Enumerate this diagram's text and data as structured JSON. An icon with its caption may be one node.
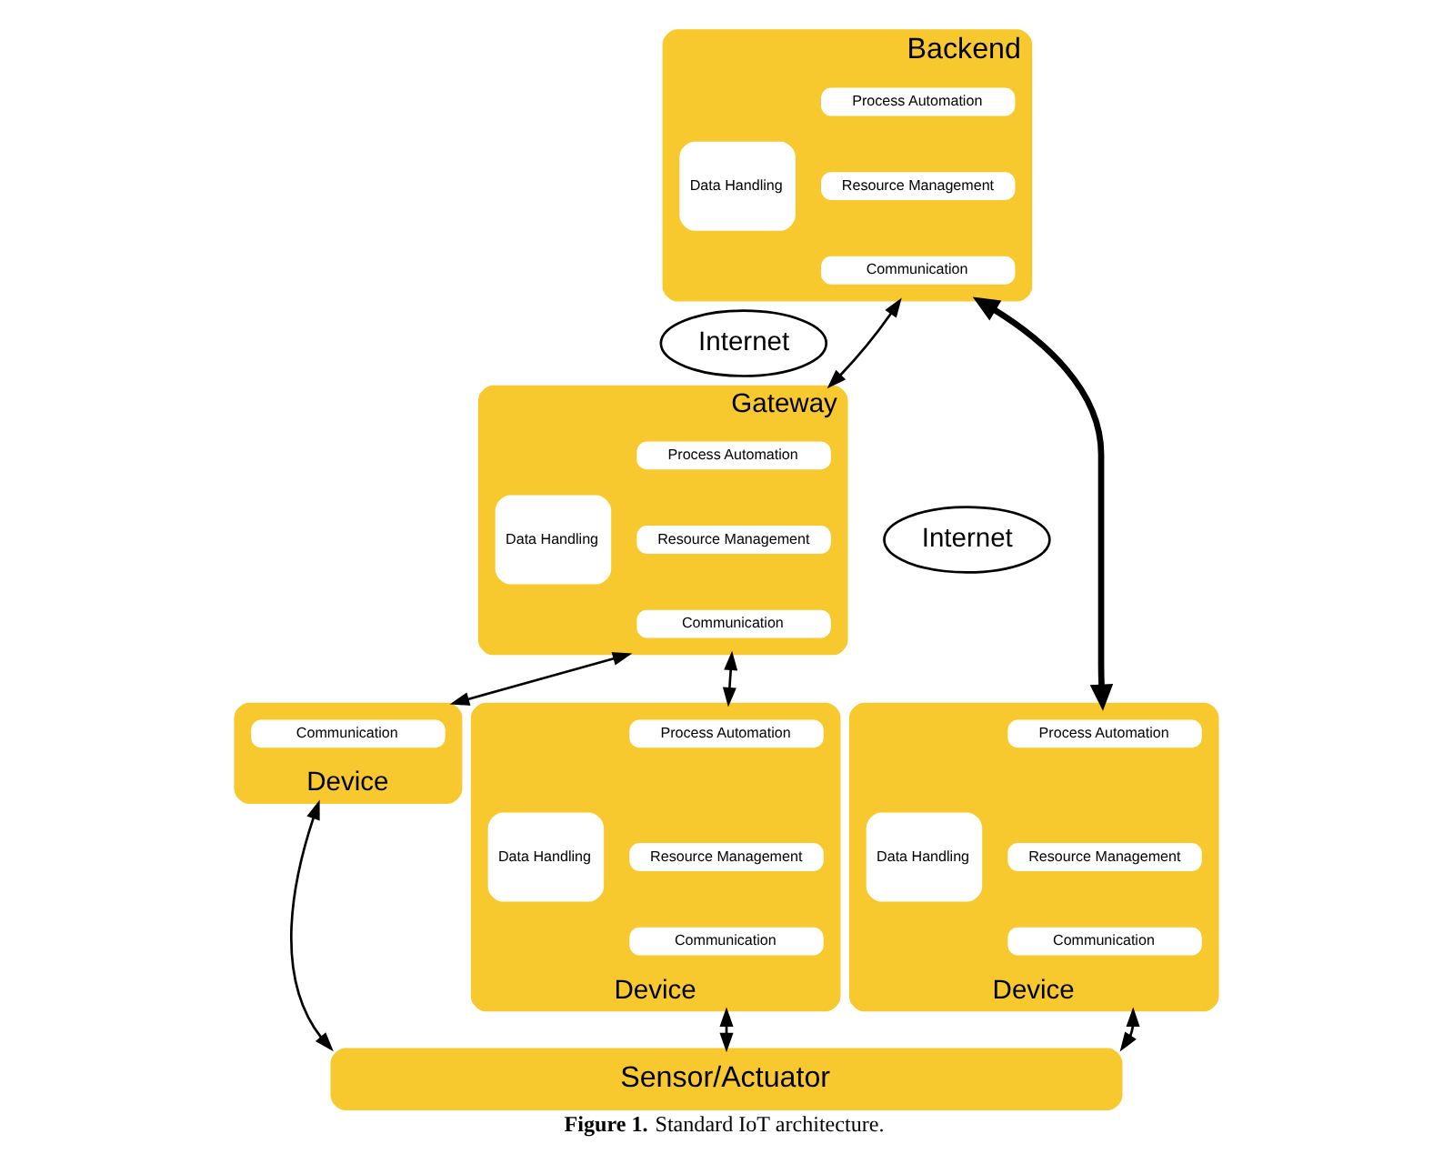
{
  "diagram": {
    "caption": "**Figure 1.** Standard IoT architecture.",
    "nodes": [
      {
        "text": [
          "Backend"
        ]
      },
      {
        "text": [
          "Data Handling"
        ],
        "in": 0
      },
      {
        "text": [
          "Process Automation"
        ],
        "in": 0
      },
      {
        "text": [
          "Resource Management"
        ],
        "in": 0
      },
      {
        "text": [
          "Communication"
        ],
        "in": 0
      },
      {
        "text": [
          "Internet"
        ]
      },
      {
        "text": [
          "Gateway"
        ]
      },
      {
        "text": [
          "Data Handling"
        ],
        "in": 6
      },
      {
        "text": [
          "Process Automation"
        ],
        "in": 6
      },
      {
        "text": [
          "Resource Management"
        ],
        "in": 6
      },
      {
        "text": [
          "Communication"
        ],
        "in": 6
      },
      {
        "text": [
          "Internet"
        ]
      },
      {
        "text": [
          "Device"
        ]
      },
      {
        "text": [
          "Communication"
        ],
        "in": 12
      },
      {
        "text": [
          "Device"
        ]
      },
      {
        "text": [
          "Data Handling"
        ],
        "in": 14
      },
      {
        "text": [
          "Process Automation"
        ],
        "in": 14
      },
      {
        "text": [
          "Resource Management"
        ],
        "in": 14
      },
      {
        "text": [
          "Communication"
        ],
        "in": 14
      },
      {
        "text": [
          "Device"
        ]
      },
      {
        "text": [
          "Data Handling"
        ],
        "in": 19
      },
      {
        "text": [
          "Process Automation"
        ],
        "in": 19
      },
      {
        "text": [
          "Resource Management"
        ],
        "in": 19
      },
      {
        "text": [
          "Communication"
        ],
        "in": 19
      },
      {
        "text": [
          "Sensor/Actuator"
        ]
      }
    ],
    "edges": [
      {
        "from": 0,
        "to": 6,
        "arrow": "both"
      },
      {
        "from": 6,
        "to": 12,
        "arrow": "both"
      },
      {
        "from": 6,
        "to": 14,
        "arrow": "both"
      },
      {
        "from": 0,
        "to": 19,
        "arrow": "both",
        "style": "thick"
      },
      {
        "from": 12,
        "to": 24,
        "arrow": "both"
      },
      {
        "from": 14,
        "to": 24,
        "arrow": "both"
      },
      {
        "from": 19,
        "to": 24,
        "arrow": "both"
      }
    ]
  }
}
